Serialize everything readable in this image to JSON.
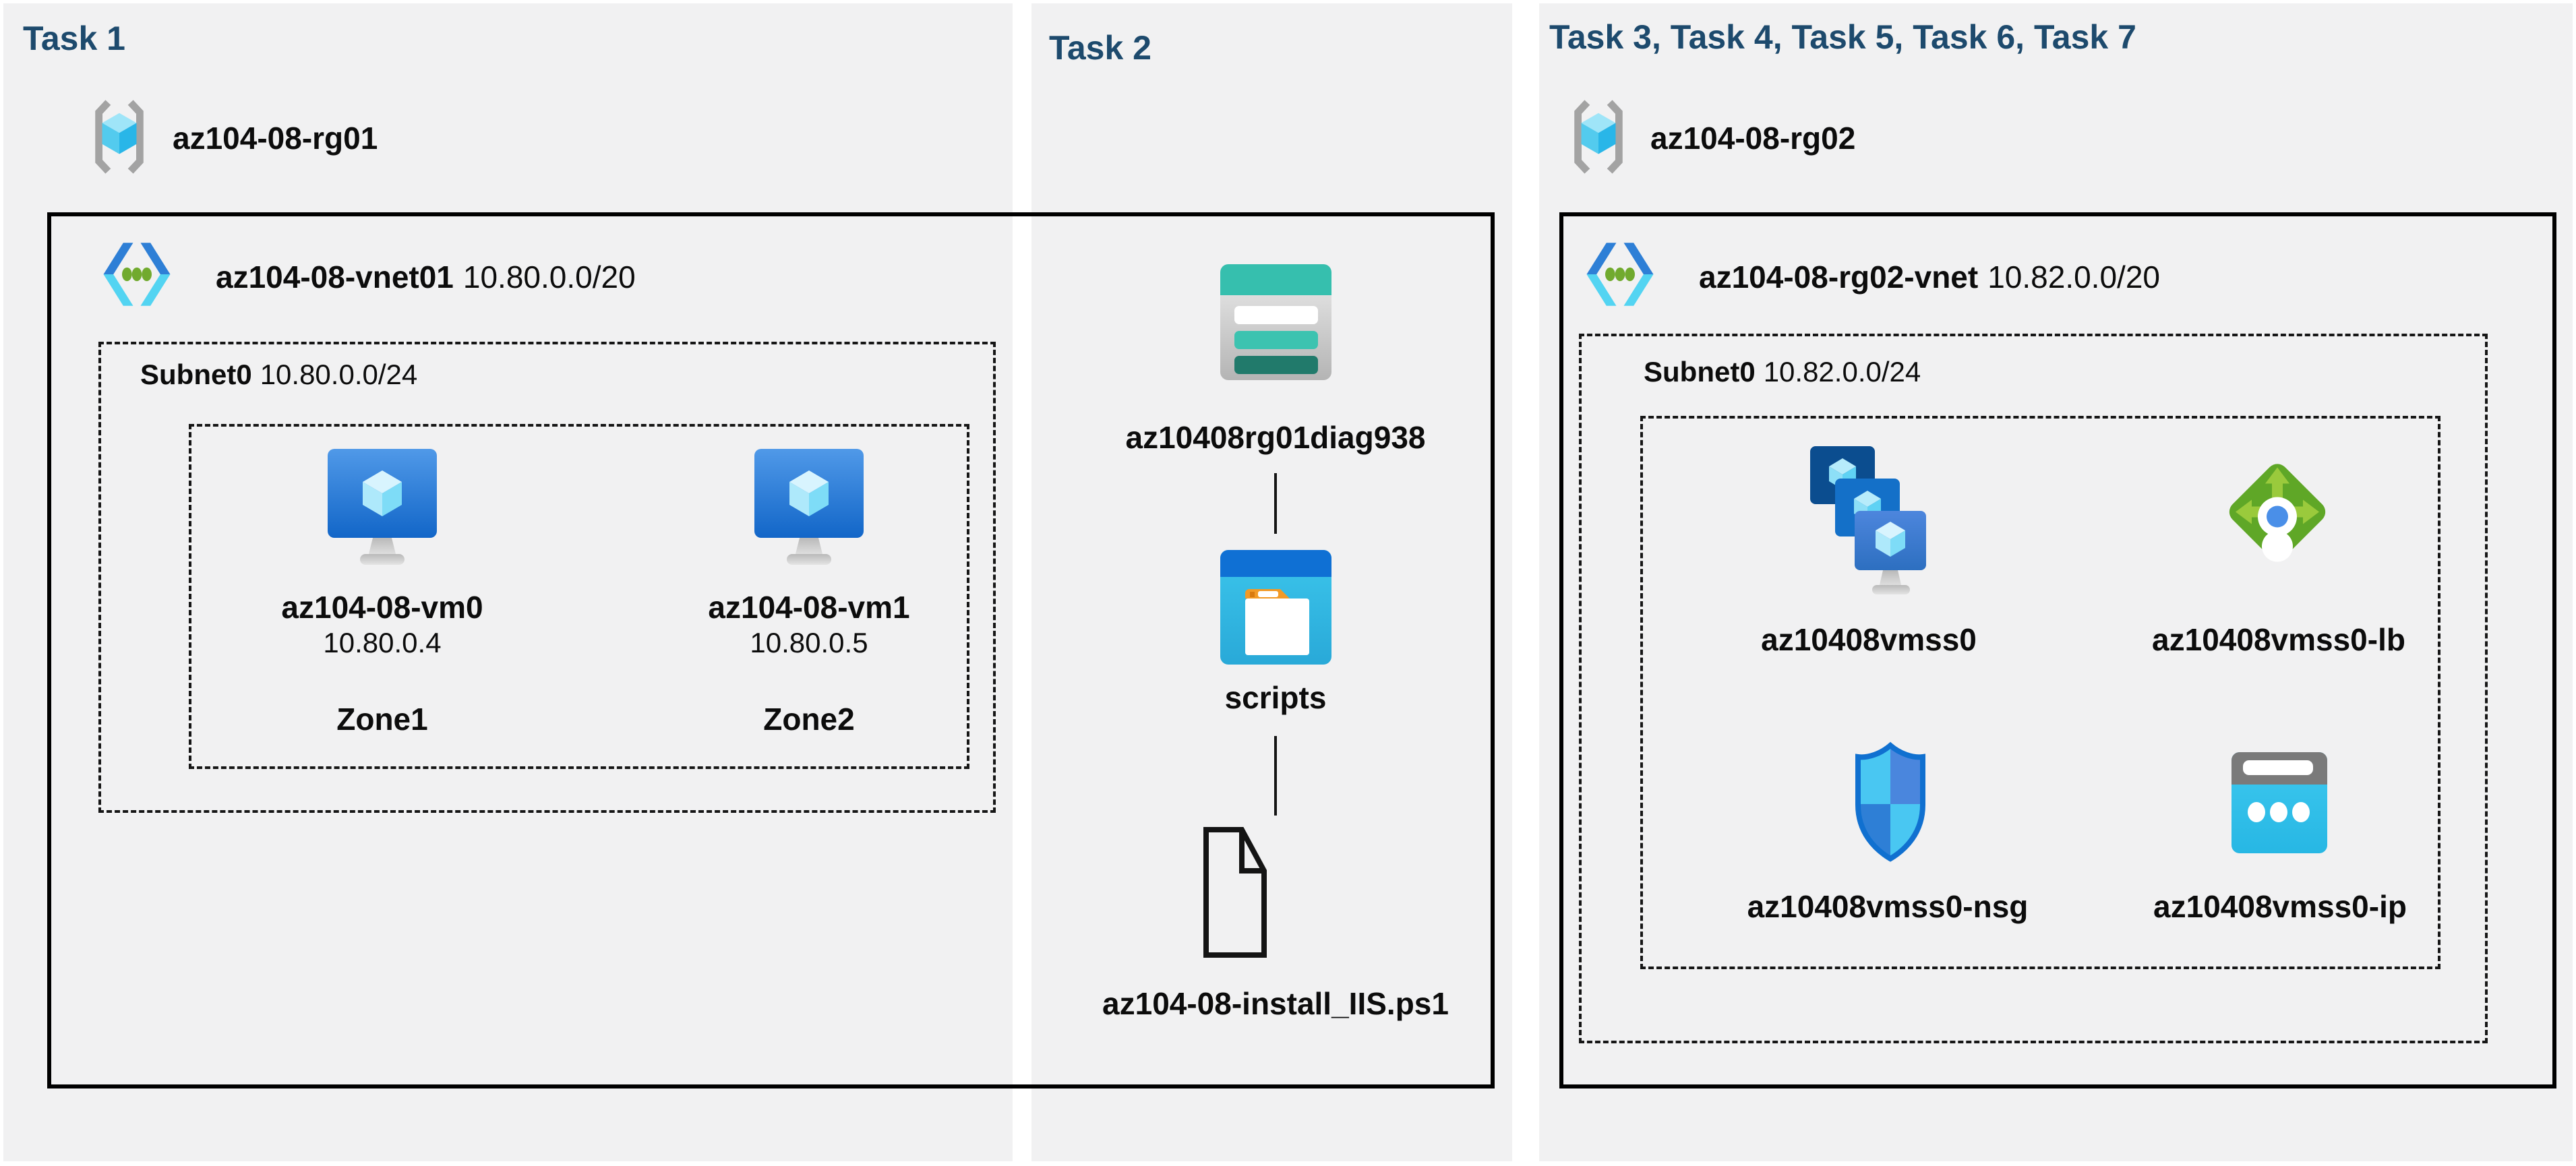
{
  "colors": {
    "panel_bg": "#f1f1f2",
    "title_navy": "#1d4a6d",
    "box_border": "#000000",
    "storage_teal": "#36bfae",
    "storage_teal_dark": "#217a6b",
    "folder_blue": "#0f70d4",
    "folder_cyan": "#32bfe8",
    "folder_tab_orange": "#f29a26",
    "vm_blue": "#2a74cf",
    "lb_green": "#5fa727",
    "lb_arrow_green": "#9aca3c",
    "nsg_blue": "#1070d0",
    "ip_cyan": "#30c2ec",
    "rg_bracket_gray": "#a3a3a3"
  },
  "task1": {
    "title": "Task 1",
    "resource_group": "az104-08-rg01",
    "vnet": {
      "name": "az104-08-vnet01",
      "cidr": "10.80.0.0/20"
    },
    "subnet": {
      "name": "Subnet0",
      "cidr": "10.80.0.0/24"
    },
    "vms": [
      {
        "name": "az104-08-vm0",
        "ip": "10.80.0.4",
        "zone": "Zone1"
      },
      {
        "name": "az104-08-vm1",
        "ip": "10.80.0.5",
        "zone": "Zone2"
      }
    ]
  },
  "task2": {
    "title": "Task 2",
    "storage_account": "az10408rg01diag938",
    "container": "scripts",
    "file": "az104-08-install_IIS.ps1"
  },
  "task3": {
    "title": "Task 3, Task 4, Task 5, Task 6, Task 7",
    "resource_group": "az104-08-rg02",
    "vnet": {
      "name": "az104-08-rg02-vnet",
      "cidr": "10.82.0.0/20"
    },
    "subnet": {
      "name": "Subnet0",
      "cidr": "10.82.0.0/24"
    },
    "resources": [
      {
        "name": "az10408vmss0",
        "type": "vm-scale-set"
      },
      {
        "name": "az10408vmss0-lb",
        "type": "load-balancer"
      },
      {
        "name": "az10408vmss0-nsg",
        "type": "network-security-group"
      },
      {
        "name": "az10408vmss0-ip",
        "type": "public-ip"
      }
    ]
  }
}
